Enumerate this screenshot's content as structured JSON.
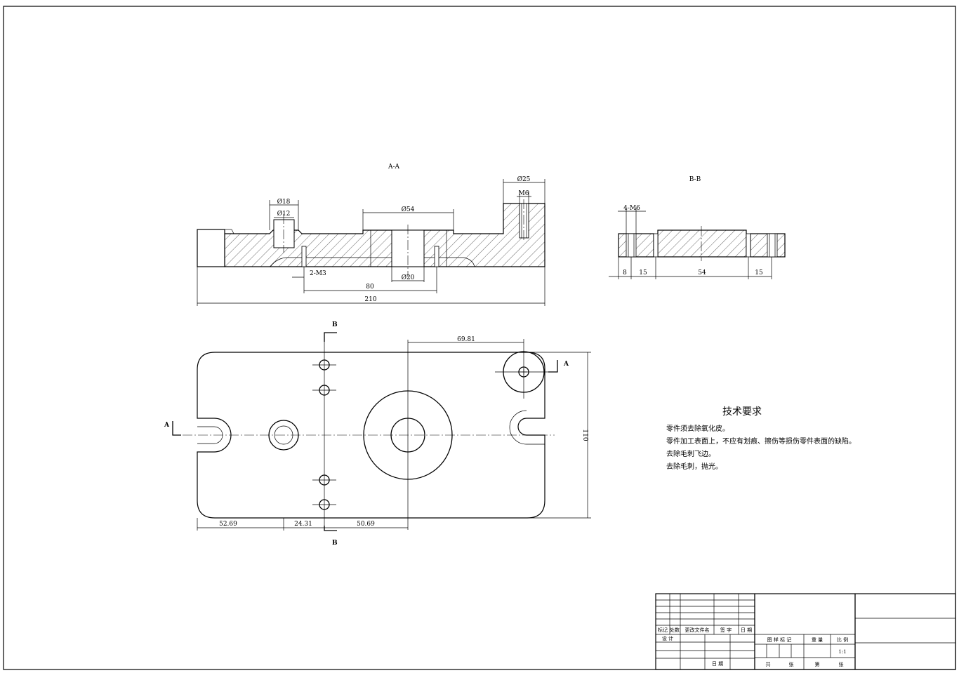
{
  "views": {
    "section_aa_title": "A-A",
    "section_bb_title": "B-B"
  },
  "dimensions": {
    "aa": {
      "d18": "Ø18",
      "d12": "Ø12",
      "d54": "Ø54",
      "d25": "Ø25",
      "m6": "M6",
      "m3": "2-M3",
      "d20": "Ø20",
      "len80": "80",
      "len210": "210"
    },
    "bb": {
      "m6": "4-M6",
      "w8": "8",
      "w15a": "15",
      "w54": "54",
      "w15b": "15"
    },
    "plan": {
      "x6981": "69.81",
      "h110": "110",
      "x5269": "52.69",
      "x2431": "24.31",
      "x5069": "50.69"
    }
  },
  "section_markers": {
    "a_left": "A",
    "a_right": "A",
    "b_top": "B",
    "b_bottom": "B"
  },
  "technical_requirements": {
    "title": "技术要求",
    "items": [
      "零件须去除氧化皮。",
      "零件加工表面上，不应有划痕、擦伤等损伤零件表面的缺陷。",
      "去除毛刺飞边。",
      "去除毛刺，抛光。"
    ]
  },
  "title_block": {
    "mark": "标记",
    "count": "处数",
    "doc": "更改文件名",
    "sign": "签 字",
    "date": "日 期",
    "design": "设 计",
    "date2": "日 期",
    "figure_mark": "图 样 标 记",
    "weight": "重 量",
    "scale": "比 例",
    "scale_value": "1:1",
    "total": "共",
    "sheet": "张",
    "no": "第",
    "sheet2": "张"
  }
}
